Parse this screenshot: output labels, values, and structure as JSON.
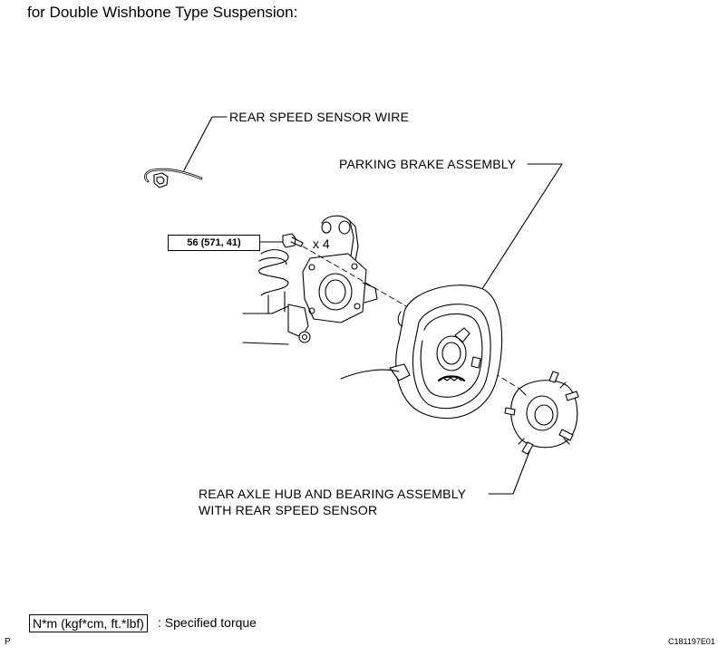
{
  "heading": "for Double Wishbone Type Suspension:",
  "labels": {
    "rear_speed_sensor_wire": "REAR SPEED SENSOR WIRE",
    "parking_brake_assembly": "PARKING BRAKE ASSEMBLY",
    "rear_axle_hub_line1": "REAR AXLE HUB AND BEARING ASSEMBLY",
    "rear_axle_hub_line2": "WITH REAR SPEED SENSOR"
  },
  "torque": {
    "value": "56 (571, 41)",
    "quantity": "x 4"
  },
  "legend": {
    "unit": "N*m (kgf*cm, ft.*lbf)",
    "text": ": Specified torque"
  },
  "footer": {
    "corner_mark": "P",
    "figure_code": "C181197E01"
  }
}
